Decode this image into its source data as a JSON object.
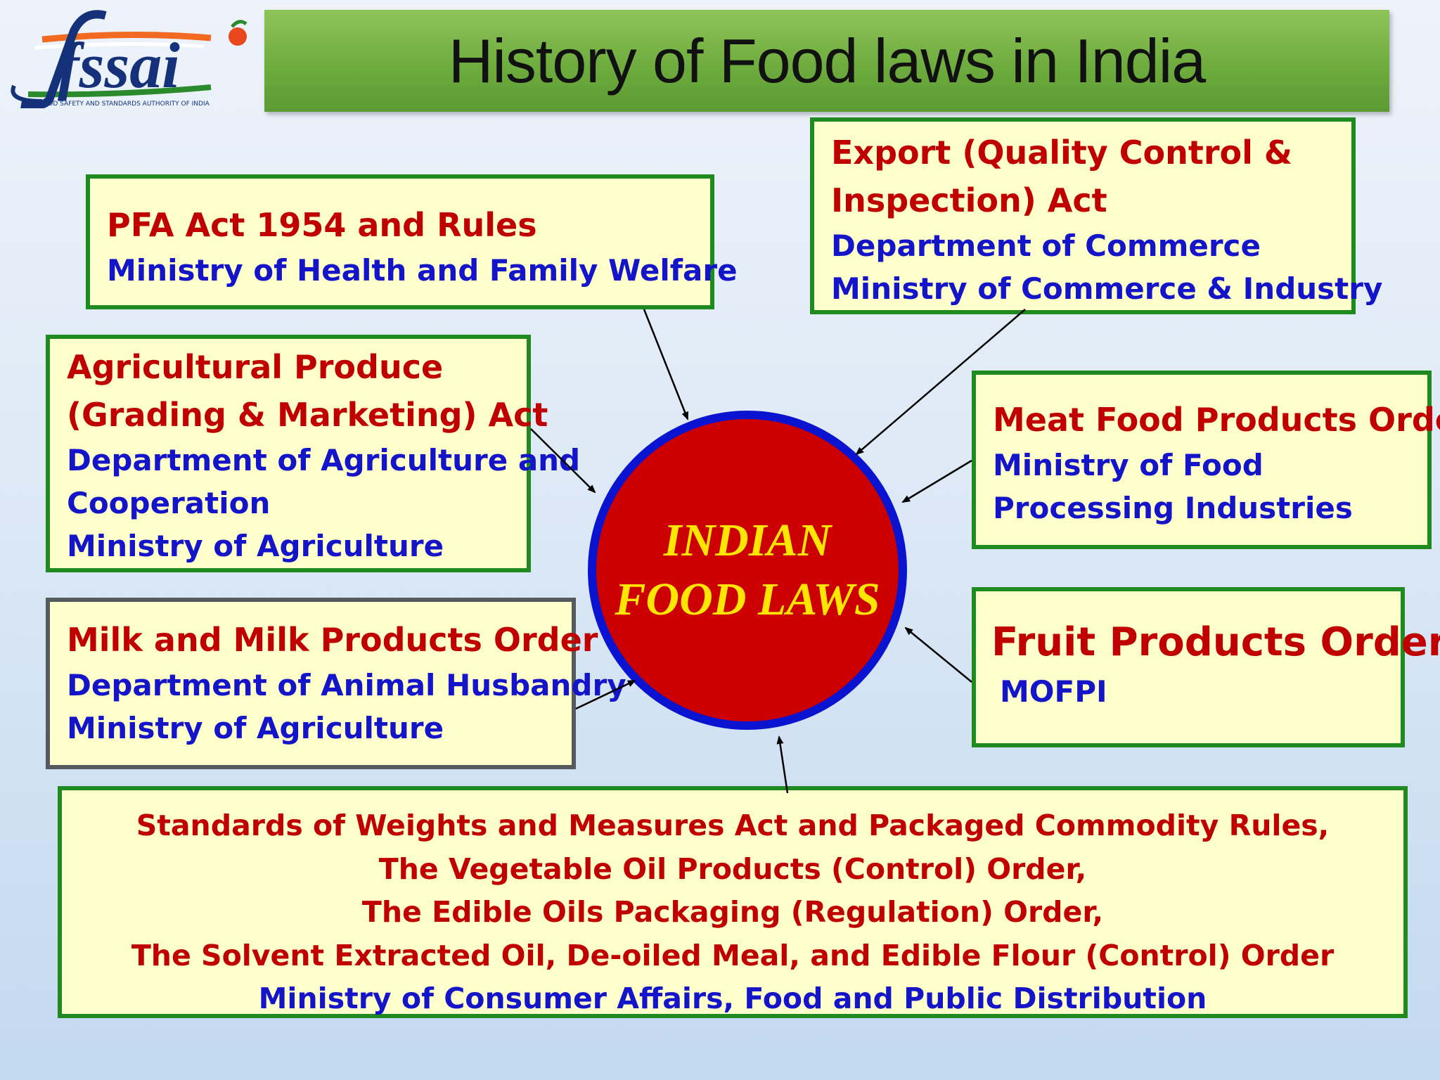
{
  "logo": {
    "text": "fssai",
    "tagline": "FOOD SAFETY AND STANDARDS AUTHORITY OF INDIA",
    "colors": {
      "saffron": "#f26a21",
      "green": "#2b8a2b",
      "navy": "#14317a"
    }
  },
  "title": "History of Food laws in India",
  "center": {
    "line1": "INDIAN",
    "line2": "FOOD LAWS"
  },
  "boxes": {
    "pfa": {
      "title": "PFA Act 1954 and Rules",
      "ministry": "Ministry of Health and Family Welfare"
    },
    "export": {
      "title_line1": "Export (Quality Control &",
      "title_line2": "Inspection) Act",
      "dept": "Department of Commerce",
      "ministry": "Ministry of Commerce & Industry"
    },
    "agri": {
      "title_line1": "Agricultural Produce",
      "title_line2": "(Grading & Marketing) Act",
      "dept_line1": "Department of Agriculture and",
      "dept_line2": "Cooperation",
      "ministry": "Ministry of Agriculture"
    },
    "meat": {
      "title": "Meat Food Products Order",
      "ministry_line1": "Ministry of Food",
      "ministry_line2": "Processing Industries"
    },
    "milk": {
      "title": "Milk and Milk Products Order",
      "dept": "Department of Animal Husbandry",
      "ministry": "Ministry of Agriculture"
    },
    "fruit": {
      "title": "Fruit Products Order",
      "ministry": "MOFPI"
    },
    "bottom": {
      "line1": "Standards of Weights and Measures Act and Packaged Commodity Rules,",
      "line2": "The Vegetable Oil Products (Control) Order,",
      "line3": "The Edible Oils Packaging (Regulation) Order,",
      "line4": "The Solvent Extracted Oil, De-oiled Meal, and Edible Flour (Control) Order",
      "ministry": "Ministry of Consumer Affairs, Food  and Public Distribution"
    }
  },
  "colors": {
    "box_fill": "#ffffcc",
    "box_border": "#1f8a1f",
    "title_red": "#c00000",
    "ministry_blue": "#1414c8",
    "circle_fill": "#cc0000",
    "circle_ring": "#0a14d0",
    "circle_text": "#ffe600",
    "title_bar": "#6fac3e"
  }
}
